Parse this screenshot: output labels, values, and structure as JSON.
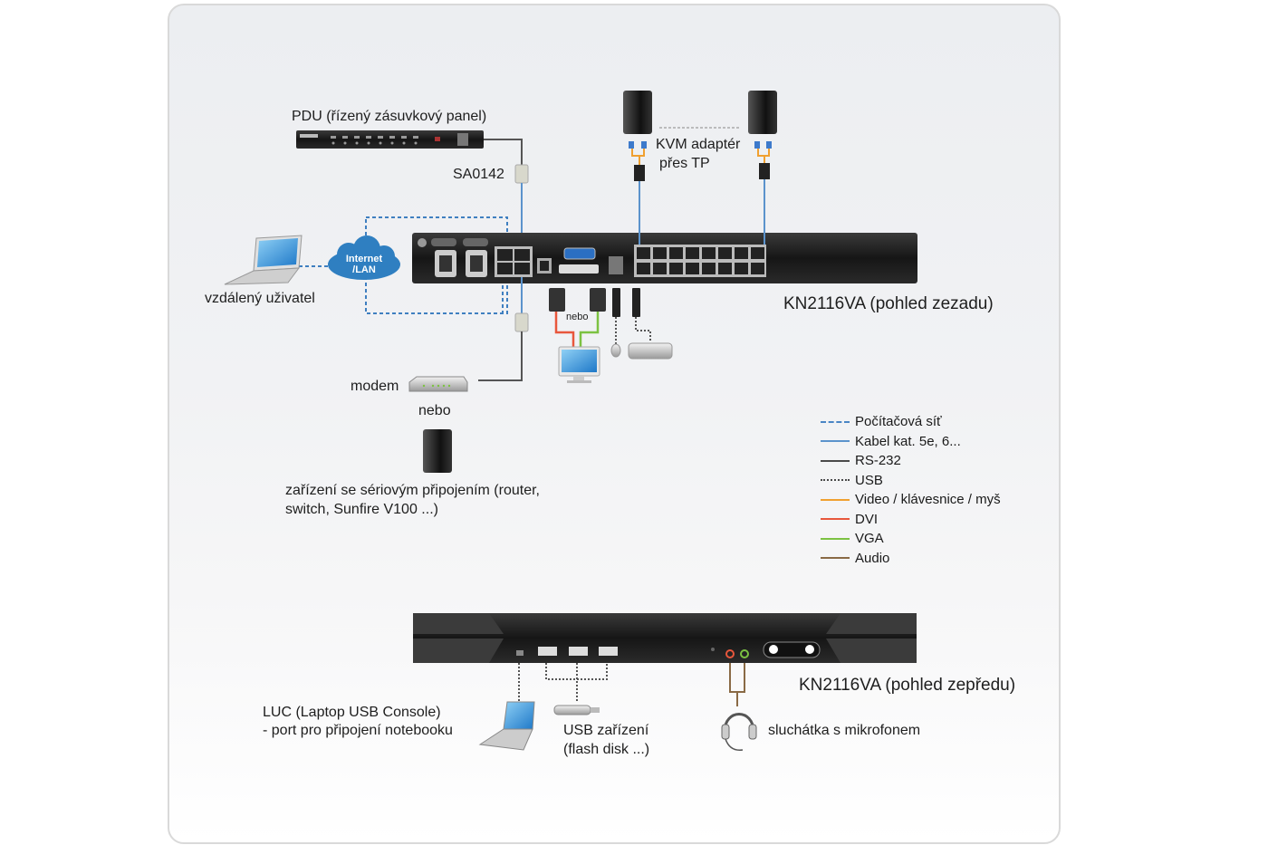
{
  "diagram": {
    "labels": {
      "pdu": "PDU (řízený zásuvkový panel)",
      "sa0142": "SA0142",
      "kvm_adapter": [
        "KVM adaptér",
        "přes TP"
      ],
      "internet_lan": [
        "Internet",
        "/LAN"
      ],
      "remote_user": "vzdálený uživatel",
      "rear_view": "KN2116VA (pohled zezadu)",
      "nebo_monitor": "nebo",
      "modem": "modem",
      "nebo_serial": "nebo",
      "serial_device": [
        "zařízení se sériovým připojením (router,",
        "switch, Sunfire V100 ...)"
      ],
      "front_view": "KN2116VA (pohled zepředu)",
      "luc": [
        "LUC (Laptop USB Console)",
        "- port pro připojení notebooku"
      ],
      "usb_device": [
        "USB zařízení",
        "(flash disk ...)"
      ],
      "headset": "sluchátka s mikrofonem"
    },
    "legend": [
      {
        "label": "Počítačová síť",
        "color": "#4a86c5",
        "style": "dashed"
      },
      {
        "label": "Kabel kat. 5e, 6...",
        "color": "#5b93cc",
        "style": "solid"
      },
      {
        "label": "RS-232",
        "color": "#4a4a4a",
        "style": "solid"
      },
      {
        "label": "USB",
        "color": "#4a4a4a",
        "style": "dotted"
      },
      {
        "label": "Video / klávesnice / myš",
        "color": "#f0a030",
        "style": "solid"
      },
      {
        "label": "DVI",
        "color": "#e8573c",
        "style": "solid"
      },
      {
        "label": "VGA",
        "color": "#7cc242",
        "style": "solid"
      },
      {
        "label": "Audio",
        "color": "#8a6a45",
        "style": "solid"
      }
    ],
    "colors": {
      "network": "#3f7fc0",
      "cat5": "#5b93cc",
      "rs232": "#555555",
      "usb": "#555555",
      "video": "#f0a030",
      "dvi": "#e8573c",
      "vga": "#7cc242",
      "audio": "#8a6a45",
      "cloud": "#2f7fc1"
    }
  }
}
